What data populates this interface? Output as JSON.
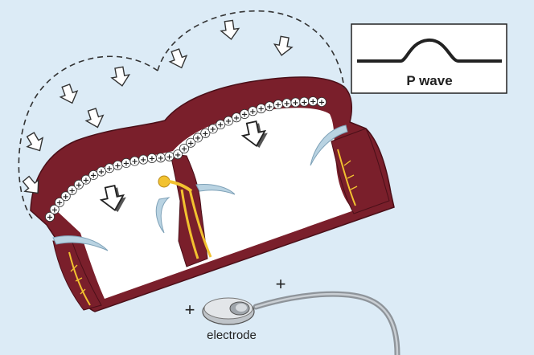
{
  "background_color": "#dcebf6",
  "colors": {
    "myocardium": "#7a1f2b",
    "endocardium": "#ffffff",
    "conduction": "#f2c230",
    "valve": "#b9d3e2",
    "cable": "#9aa0a6",
    "charge_bead": "#ffffff"
  },
  "inset": {
    "label": "P wave",
    "icon": "p-wave-trace"
  },
  "charges": {
    "symbol": "+",
    "count": 36
  },
  "arrows": {
    "field_arrow_icon": "hollow-down-arrow",
    "field_arrow_count": 8,
    "depolarization_arrow_icon": "shadow-down-arrow",
    "depolarization_arrow_count": 2
  },
  "electrode": {
    "label": "electrode",
    "polarity_left": "+",
    "polarity_top": "+"
  }
}
